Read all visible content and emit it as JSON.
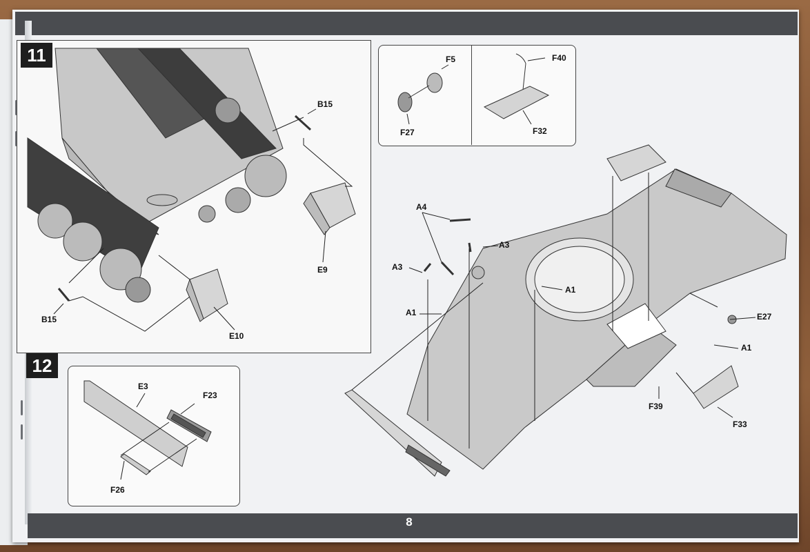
{
  "page_number": "8",
  "steps": [
    {
      "number": "11",
      "labels": {
        "b15_top": "B15",
        "b15_left": "B15",
        "e9": "E9",
        "e10": "E10"
      }
    },
    {
      "number": "12",
      "labels": {
        "e3": "E3",
        "f23": "F23",
        "f26": "F26"
      }
    }
  ],
  "detail_box": {
    "labels": {
      "f5": "F5",
      "f27": "F27",
      "f40": "F40",
      "f32": "F32"
    }
  },
  "hull": {
    "labels": {
      "a4": "A4",
      "a3_left": "A3",
      "a3_right": "A3",
      "a1_left": "A1",
      "a1_center": "A1",
      "a1_right": "A1",
      "e27": "E27",
      "f39": "F39",
      "f33": "F33"
    }
  },
  "colors": {
    "bar": "#4a4c50",
    "page": "#f1f2f4",
    "part": "#cfcfcf"
  }
}
